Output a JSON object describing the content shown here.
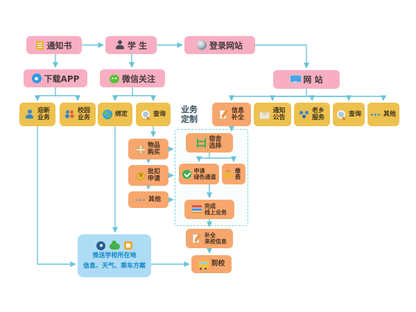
{
  "nodes": {
    "notification": {
      "label": "通知书"
    },
    "student": {
      "label": "学 生"
    },
    "login_site": {
      "label": "登录网站"
    },
    "download_app": {
      "label": "下载APP"
    },
    "wechat_follow": {
      "label": "微信关注"
    },
    "website": {
      "label": "网 站"
    },
    "welcome_services": {
      "label": "迎新\n业务"
    },
    "campus_services": {
      "label": "校园\n业务"
    },
    "bind": {
      "label": "绑定"
    },
    "query_wechat": {
      "label": "查询"
    },
    "business_custom": {
      "label": "业务\n定制"
    },
    "info_complete": {
      "label": "信息\n补全"
    },
    "notice_announce": {
      "label": "通知\n公告"
    },
    "hometown_service": {
      "label": "老乡\n服务"
    },
    "query_web": {
      "label": "查询"
    },
    "other_web": {
      "label": "其他"
    },
    "item_purchase": {
      "label": "物品\n购买"
    },
    "batch_apply": {
      "label": "批扣\n申请"
    },
    "other_custom": {
      "label": "其他"
    },
    "dorm_select": {
      "label": "宿舍\n选择"
    },
    "green_channel": {
      "label": "申请\n绿色通道"
    },
    "pay": {
      "label": "缴费"
    },
    "complete_online": {
      "label": "完成\n线上业务"
    },
    "complete_arrival_info": {
      "label": "补全\n来校信息"
    },
    "arrive_school": {
      "label": "到校"
    },
    "push_info": {
      "line1": "推送学校所在地",
      "line2": "信息、天气、乘车方案"
    }
  },
  "colors": {
    "pink": "#f8aec2",
    "yellow": "#eec14f",
    "orange": "#f7a76e",
    "light_blue": "#aedcf5",
    "arrow": "#66c4d6"
  }
}
